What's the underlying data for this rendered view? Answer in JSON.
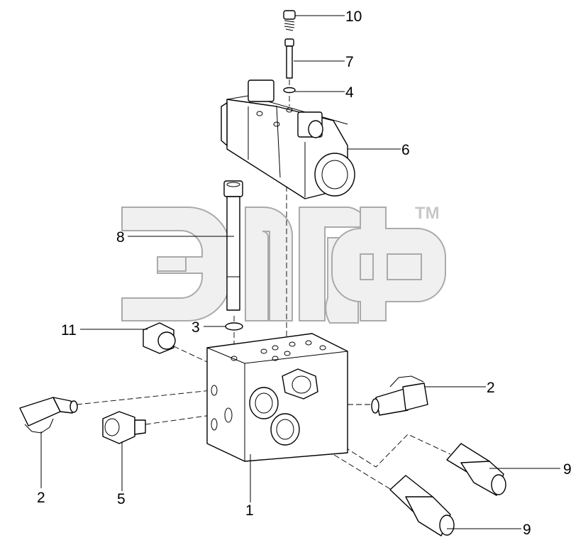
{
  "watermark": {
    "trademark": "TM"
  },
  "callouts": [
    {
      "id": "c10",
      "label": "10"
    },
    {
      "id": "c7",
      "label": "7"
    },
    {
      "id": "c4",
      "label": "4"
    },
    {
      "id": "c6",
      "label": "6"
    },
    {
      "id": "c8",
      "label": "8"
    },
    {
      "id": "c11",
      "label": "11"
    },
    {
      "id": "c3",
      "label": "3"
    },
    {
      "id": "c2r",
      "label": "2"
    },
    {
      "id": "c9a",
      "label": "9"
    },
    {
      "id": "c2l",
      "label": "2"
    },
    {
      "id": "c5",
      "label": "5"
    },
    {
      "id": "c1",
      "label": "1"
    },
    {
      "id": "c9b",
      "label": "9"
    }
  ]
}
